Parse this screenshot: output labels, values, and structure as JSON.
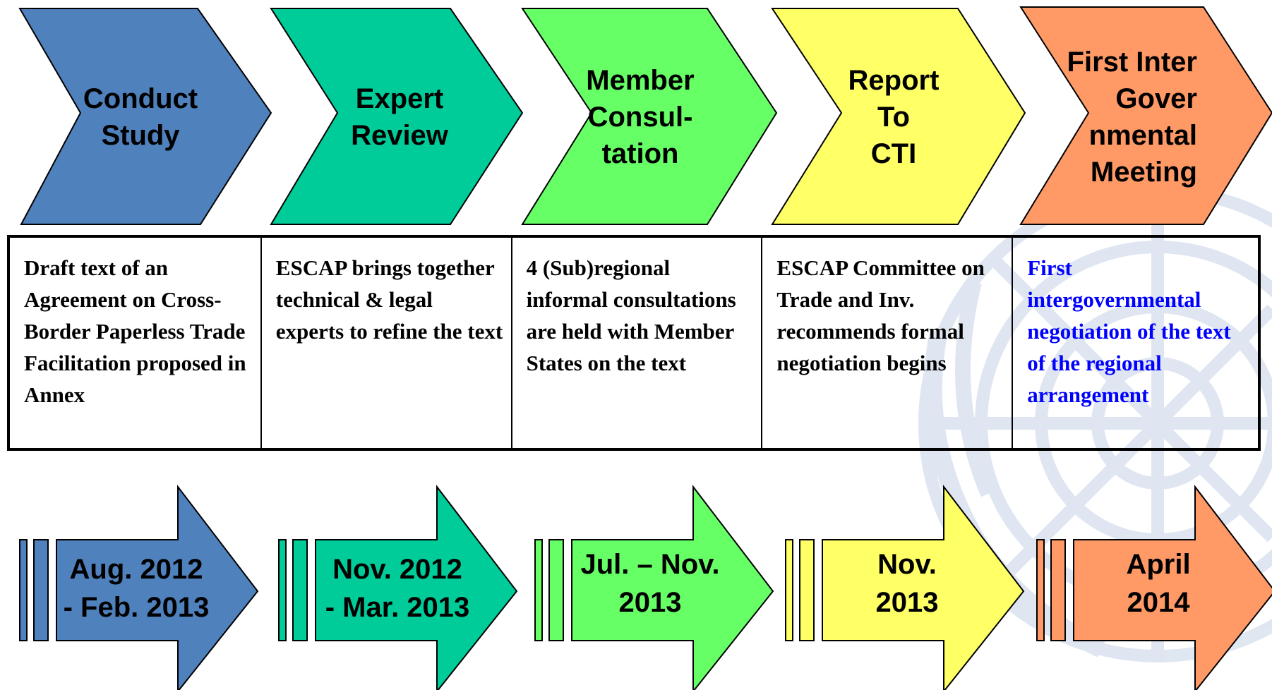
{
  "stages": [
    {
      "title_lines": [
        "Conduct",
        "Study"
      ],
      "color": "#4f81bd",
      "description": "Draft text of an Agreement on Cross-Border Paperless Trade Facilitation proposed in Annex",
      "description_color": "#000000",
      "date_lines": [
        "Aug. 2012",
        "- Feb. 2013"
      ]
    },
    {
      "title_lines": [
        "Expert",
        "Review"
      ],
      "color": "#00cc99",
      "description": "ESCAP brings together technical & legal experts to refine the text",
      "description_color": "#000000",
      "date_lines": [
        "Nov. 2012",
        "- Mar. 2013"
      ]
    },
    {
      "title_lines": [
        "Member",
        "Consul-",
        "tation"
      ],
      "color": "#66ff66",
      "description": "4 (Sub)regional informal consultations are held with Member States on the text",
      "description_color": "#000000",
      "date_lines": [
        "Jul. – Nov.",
        "2013"
      ]
    },
    {
      "title_lines": [
        "Report",
        "To",
        "CTI"
      ],
      "color": "#ffff66",
      "description": "ESCAP Committee on Trade and Inv. recommends formal negotiation begins",
      "description_color": "#000000",
      "date_lines": [
        "Nov.",
        "2013"
      ]
    },
    {
      "title_lines": [
        "First Inter",
        "Gover",
        "nmental",
        "Meeting"
      ],
      "color": "#ff9966",
      "description": "First intergovernmental negotiation of the text of the regional arrangement",
      "description_color": "#0000ff",
      "date_lines": [
        "April",
        "2014"
      ]
    }
  ],
  "watermark": {
    "icon": "un-emblem-icon",
    "color": "#c5d3e6"
  }
}
